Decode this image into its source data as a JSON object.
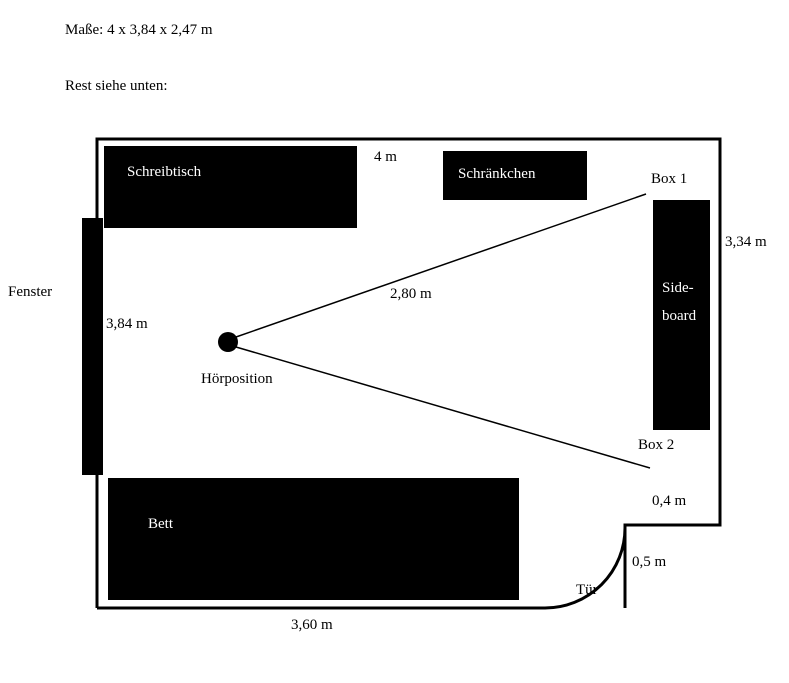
{
  "header": {
    "dimensions_text": "Maße: 4 x 3,84 x 2,47 m",
    "note_text": "Rest siehe unten:"
  },
  "furniture": {
    "desk": "Schreibtisch",
    "cabinet": "Schränkchen",
    "sideboard_line1": "Side-",
    "sideboard_line2": "board",
    "bed": "Bett"
  },
  "labels": {
    "window": "Fenster",
    "listening_position": "Hörposition",
    "box1": "Box 1",
    "box2": "Box 2",
    "door": "Tür"
  },
  "measurements": {
    "top_width": "4 m",
    "left_height": "3,84 m",
    "right_height": "3,34 m",
    "listening_distance": "2,80 m",
    "box2_offset": "0,4 m",
    "door_width": "0,5 m",
    "bottom_width": "3,60 m"
  }
}
